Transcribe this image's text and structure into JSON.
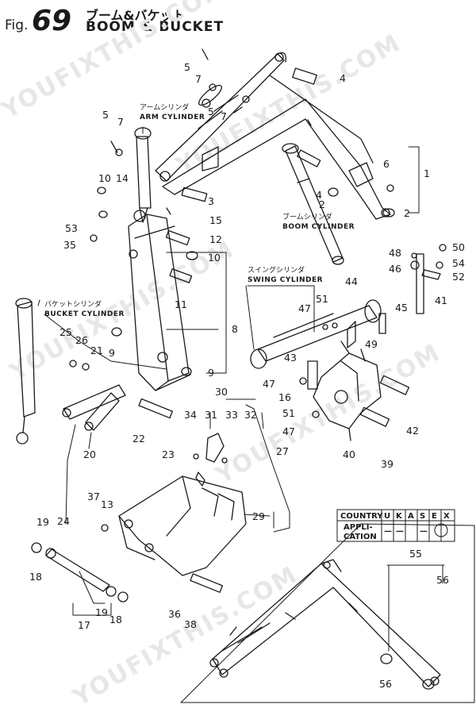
{
  "header": {
    "fig_prefix": "Fig.",
    "fig_number": "69",
    "title_jp": "ブーム&バケット",
    "title_en": "BOOM & BUCKET"
  },
  "component_labels": {
    "arm_cylinder_jp": "アームシリンダ",
    "arm_cylinder_en": "ARM CYLINDER",
    "boom_cylinder_jp": "ブームシリンダ",
    "boom_cylinder_en": "BOOM CYLINDER",
    "swing_cylinder_jp": "スイングシリンダ",
    "swing_cylinder_en": "SWING CYLINDER",
    "bucket_cylinder_jp": "バケットシリンダ",
    "bucket_cylinder_en": "BUCKET CYLINDER"
  },
  "application_table": {
    "header_label": "COUNTRY",
    "row_label_line1": "APPLI-",
    "row_label_line2": "CATION",
    "columns": [
      "U",
      "K",
      "A",
      "S",
      "E",
      "X"
    ],
    "values": [
      "—",
      "—",
      "—"
    ]
  },
  "part_numbers": {
    "p1": "1",
    "p2a": "2",
    "p2b": "2",
    "p3": "3",
    "p4a": "4",
    "p4b": "4",
    "p5a": "5",
    "p5b": "5",
    "p5c": "5",
    "p6": "6",
    "p7a": "7",
    "p7b": "7",
    "p7c": "7",
    "p8": "8",
    "p9a": "9",
    "p9b": "9",
    "p10a": "10",
    "p10b": "10",
    "p11": "11",
    "p12": "12",
    "p13": "13",
    "p14": "14",
    "p15": "15",
    "p16": "16",
    "p17": "17",
    "p18a": "18",
    "p18b": "18",
    "p19a": "19",
    "p19b": "19",
    "p20": "20",
    "p21": "21",
    "p22": "22",
    "p23": "23",
    "p24": "24",
    "p25": "25",
    "p26": "26",
    "p27": "27",
    "p29": "29",
    "p30": "30",
    "p31": "31",
    "p32": "32",
    "p33": "33",
    "p34": "34",
    "p35": "35",
    "p36": "36",
    "p37": "37",
    "p38": "38",
    "p39": "39",
    "p40": "40",
    "p41": "41",
    "p42": "42",
    "p43": "43",
    "p44": "44",
    "p45": "45",
    "p46": "46",
    "p47a": "47",
    "p47b": "47",
    "p47c": "47",
    "p48": "48",
    "p49": "49",
    "p50": "50",
    "p51a": "51",
    "p51b": "51",
    "p52": "52",
    "p53": "53",
    "p54": "54",
    "p55": "55",
    "p56a": "56",
    "p56b": "56"
  },
  "watermark": {
    "line1": "YOUFIXTHIS.COM",
    "line2": "YOUFIXTHIS.COM",
    "line3": "YOUFIXTHIS.COM",
    "line4": "YOUFIXTHIS.COM",
    "line5": "YOUFIXTHIS.COM"
  }
}
